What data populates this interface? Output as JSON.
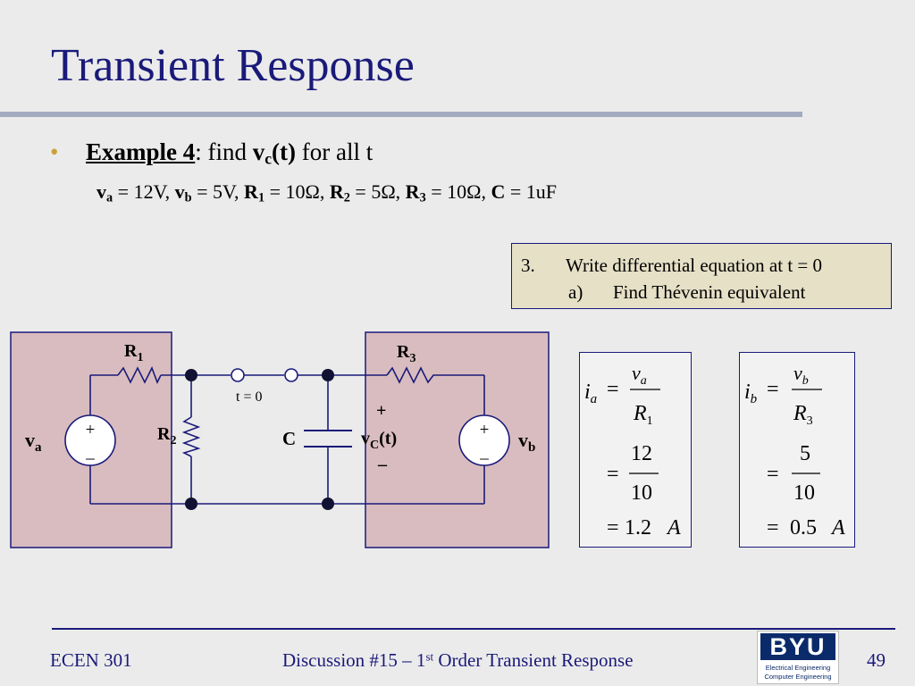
{
  "slide": {
    "title": "Transient Response",
    "bullet": {
      "marker": "•",
      "example_label": "Example 4",
      "colon_text": ": find ",
      "v": "v",
      "v_sub": "c",
      "t_paren": "(t)",
      "rest": " for all t"
    },
    "given": {
      "va": "v",
      "va_sub": "a",
      "va_val": " = 12V, ",
      "vb": "v",
      "vb_sub": "b",
      "vb_val": " = 5V, ",
      "r1": "R",
      "r1_sub": "1",
      "r1_val": " = 10Ω, ",
      "r2": "R",
      "r2_sub": "2",
      "r2_val": " = 5Ω, ",
      "r3": "R",
      "r3_sub": "3",
      "r3_val": " = 10Ω, ",
      "c": "C",
      "c_val": " = 1uF"
    },
    "step_box": {
      "num": "3.",
      "line1": "Write differential equation at t = 0",
      "sub_label": "a)",
      "line2": "Find Thévenin equivalent"
    }
  },
  "circuit": {
    "r1": "R",
    "r1_sub": "1",
    "r2": "R",
    "r2_sub": "2",
    "r3": "R",
    "r3_sub": "3",
    "cap": "C",
    "switch_label": "t = 0",
    "va": "v",
    "va_sub": "a",
    "vb": "v",
    "vb_sub": "b",
    "vc": "v",
    "vc_sub": "C",
    "vc_paren": "(t)",
    "plus": "+",
    "minus": "–",
    "src_plus": "+",
    "src_minus": "_"
  },
  "eq_a": {
    "lhs": "i",
    "lhs_sub": "a",
    "num_var": "v",
    "num_sub": "a",
    "den_var": "R",
    "den_sub": "1",
    "num_val": "12",
    "den_val": "10",
    "result": "1.2",
    "unit": "A",
    "eq": "="
  },
  "eq_b": {
    "lhs": "i",
    "lhs_sub": "b",
    "num_var": "v",
    "num_sub": "b",
    "den_var": "R",
    "den_sub": "3",
    "num_val": "5",
    "den_val": "10",
    "result": "0.5",
    "unit": "A",
    "eq": "="
  },
  "footer": {
    "course": "ECEN 301",
    "center_pre": "Discussion #15 – 1",
    "center_sup": "st",
    "center_post": " Order Transient Response",
    "page": "49",
    "logo_mark": "BYU",
    "logo_line1": "Electrical Engineering",
    "logo_line2": "Computer Engineering"
  },
  "colors": {
    "title": "#1a1a7a",
    "bullet": "#c9a23a",
    "source_fill": "#d9bcbf",
    "node": "#111133",
    "step_box_fill": "#e5e0c6"
  }
}
